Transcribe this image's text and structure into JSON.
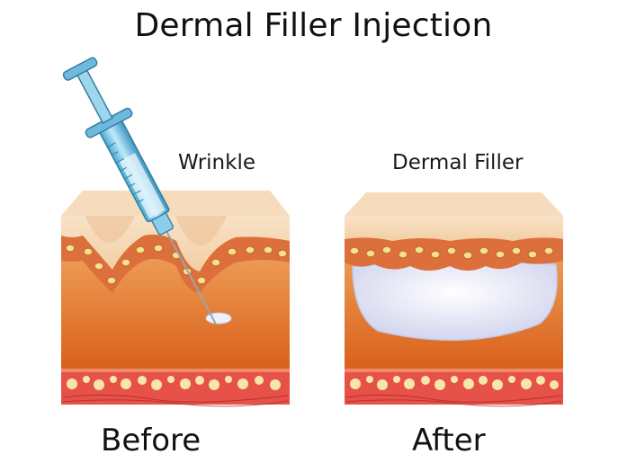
{
  "title": "Dermal Filler Injection",
  "labels": {
    "wrinkle": "Wrinkle",
    "dermal_filler": "Dermal Filler"
  },
  "captions": {
    "before": "Before",
    "after": "After"
  },
  "colors": {
    "epidermis_light": "#f7dfc2",
    "epidermis_dark": "#ecc39b",
    "dermis_top": "#f1a460",
    "dermis_bottom": "#d9651e",
    "membrane": "#d96b3e",
    "cell": "#f6e09a",
    "fat_band": "#e8534a",
    "filler": "#e6e8f6",
    "syringe": "#8fd2ea"
  }
}
